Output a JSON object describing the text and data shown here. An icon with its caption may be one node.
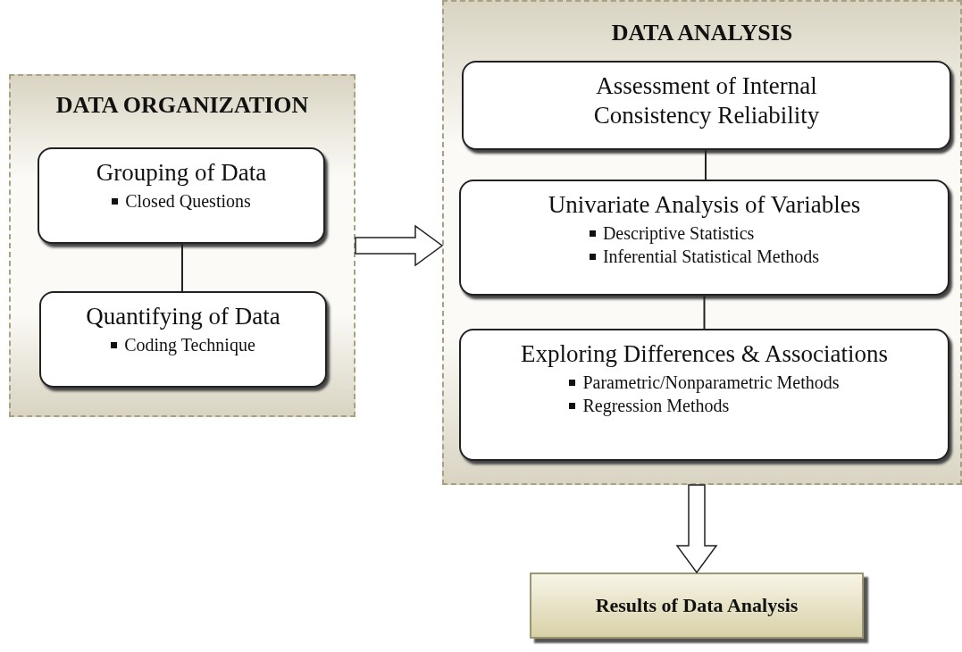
{
  "diagram": {
    "nodes": [
      {
        "text": [
          "DATA ORGANIZATION"
        ]
      },
      {
        "text": [
          "Grouping of Data",
          "Closed Questions"
        ],
        "in": 0
      },
      {
        "text": [
          "Quantifying of Data",
          "Coding Technique"
        ],
        "in": 0
      },
      {
        "text": [
          "DATA ANALYSIS"
        ]
      },
      {
        "text": [
          "Assessment of Internal Consistency Reliability"
        ],
        "in": 3
      },
      {
        "text": [
          "Univariate Analysis of Variables",
          "Descriptive Statistics",
          "Inferential Statistical Methods"
        ],
        "in": 3
      },
      {
        "text": [
          "Exploring Differences & Associations",
          "Parametric/Nonparametric Methods",
          "Regression Methods"
        ],
        "in": 3
      },
      {
        "text": [
          "Results of Data Analysis"
        ]
      }
    ],
    "edges": [
      {
        "from": 1,
        "to": 2,
        "arrow": "none"
      },
      {
        "from": 0,
        "to": 3,
        "arrow": "to",
        "style": "thick"
      },
      {
        "from": 4,
        "to": 5,
        "arrow": "none"
      },
      {
        "from": 5,
        "to": 6,
        "arrow": "none"
      },
      {
        "from": 3,
        "to": 7,
        "arrow": "to",
        "style": "thick"
      }
    ]
  }
}
